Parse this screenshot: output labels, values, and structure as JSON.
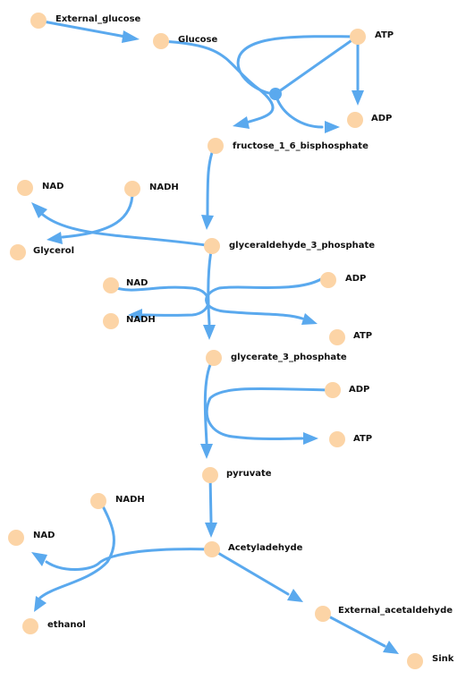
{
  "colors": {
    "node": "#fcd4a6",
    "edge": "#5aa9ee",
    "text": "#111111"
  },
  "nodes": [
    {
      "id": "external_glucose",
      "label": "External_glucose"
    },
    {
      "id": "glucose",
      "label": "Glucose"
    },
    {
      "id": "atp1",
      "label": "ATP"
    },
    {
      "id": "adp1",
      "label": "ADP"
    },
    {
      "id": "f16bp",
      "label": "fructose_1_6_bisphosphate"
    },
    {
      "id": "nad1",
      "label": "NAD"
    },
    {
      "id": "nadh1",
      "label": "NADH"
    },
    {
      "id": "glycerol",
      "label": "Glycerol"
    },
    {
      "id": "g3p",
      "label": "glyceraldehyde_3_phosphate"
    },
    {
      "id": "nad2",
      "label": "NAD"
    },
    {
      "id": "adp2",
      "label": "ADP"
    },
    {
      "id": "nadh2",
      "label": "NADH"
    },
    {
      "id": "atp2",
      "label": "ATP"
    },
    {
      "id": "gly3p",
      "label": "glycerate_3_phosphate"
    },
    {
      "id": "adp3",
      "label": "ADP"
    },
    {
      "id": "atp3",
      "label": "ATP"
    },
    {
      "id": "pyruvate",
      "label": "pyruvate"
    },
    {
      "id": "nadh3",
      "label": "NADH"
    },
    {
      "id": "nad3",
      "label": "NAD"
    },
    {
      "id": "acetaldehyde",
      "label": "Acetyladehyde"
    },
    {
      "id": "ethanol",
      "label": "ethanol"
    },
    {
      "id": "ext_acetaldehyde",
      "label": "External_acetaldehyde"
    },
    {
      "id": "sink",
      "label": "Sink"
    }
  ]
}
